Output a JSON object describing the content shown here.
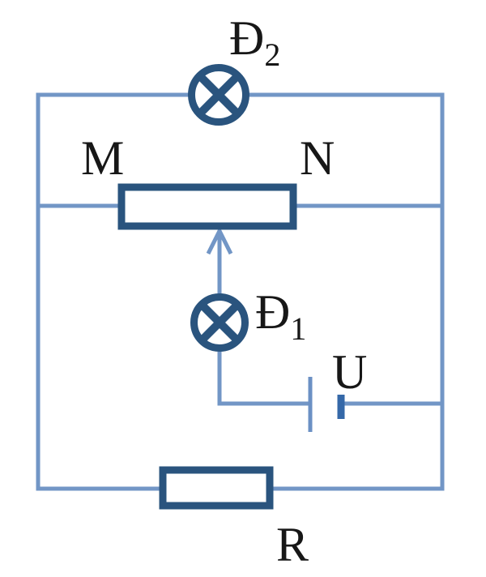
{
  "diagram": {
    "type": "electrical-circuit",
    "colors": {
      "wire": "#7296c6",
      "component": "#2a547e",
      "battery_long_plate": "#6b90c4",
      "battery_short_plate": "#3568a8"
    },
    "labels": {
      "lamp2_main": "Đ",
      "lamp2_sub": "2",
      "lamp1_main": "Đ",
      "lamp1_sub": "1",
      "terminal_left": "M",
      "terminal_right": "N",
      "source": "U",
      "resistor": "R"
    }
  }
}
